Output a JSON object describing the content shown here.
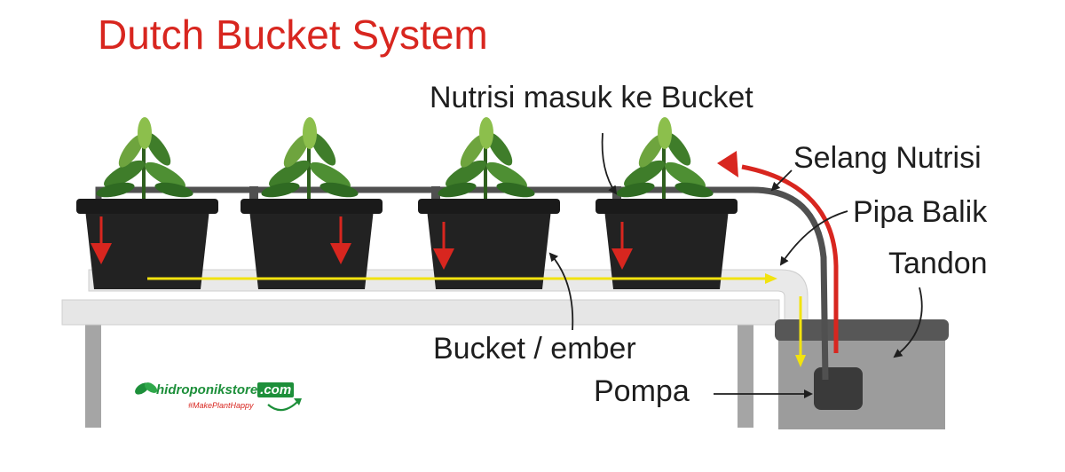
{
  "title": "Dutch Bucket System",
  "labels": {
    "nutrisi_masuk": "Nutrisi masuk ke Bucket",
    "selang_nutrisi": "Selang Nutrisi",
    "pipa_balik": "Pipa Balik",
    "tandon": "Tandon",
    "bucket": "Bucket / ember",
    "pompa": "Pompa"
  },
  "logo": {
    "name_main": "hidroponikstore",
    "name_suffix": ".com",
    "tagline": "#MakePlantHappy"
  },
  "colors": {
    "title": "#d8261f",
    "flow_arrow": "#d8261f",
    "return_arrow": "#f2e30f",
    "bucket": "#222222",
    "pipe": "#555555",
    "table": "#e6e6e6",
    "leaf": "#3f7d2a",
    "logo": "#1d8f3a"
  }
}
